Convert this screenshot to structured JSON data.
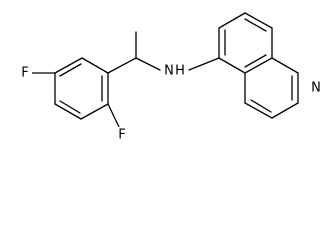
{
  "molecule": {
    "atom_labels": {
      "fluorine_top": "F",
      "fluorine_bottom": "F",
      "amine_nitrogen": "N",
      "amine_hydrogen": "H",
      "quinoline_nitrogen": "N"
    },
    "colors": {
      "bond": "#000000",
      "label": "#000000",
      "background": "#ffffff"
    }
  }
}
